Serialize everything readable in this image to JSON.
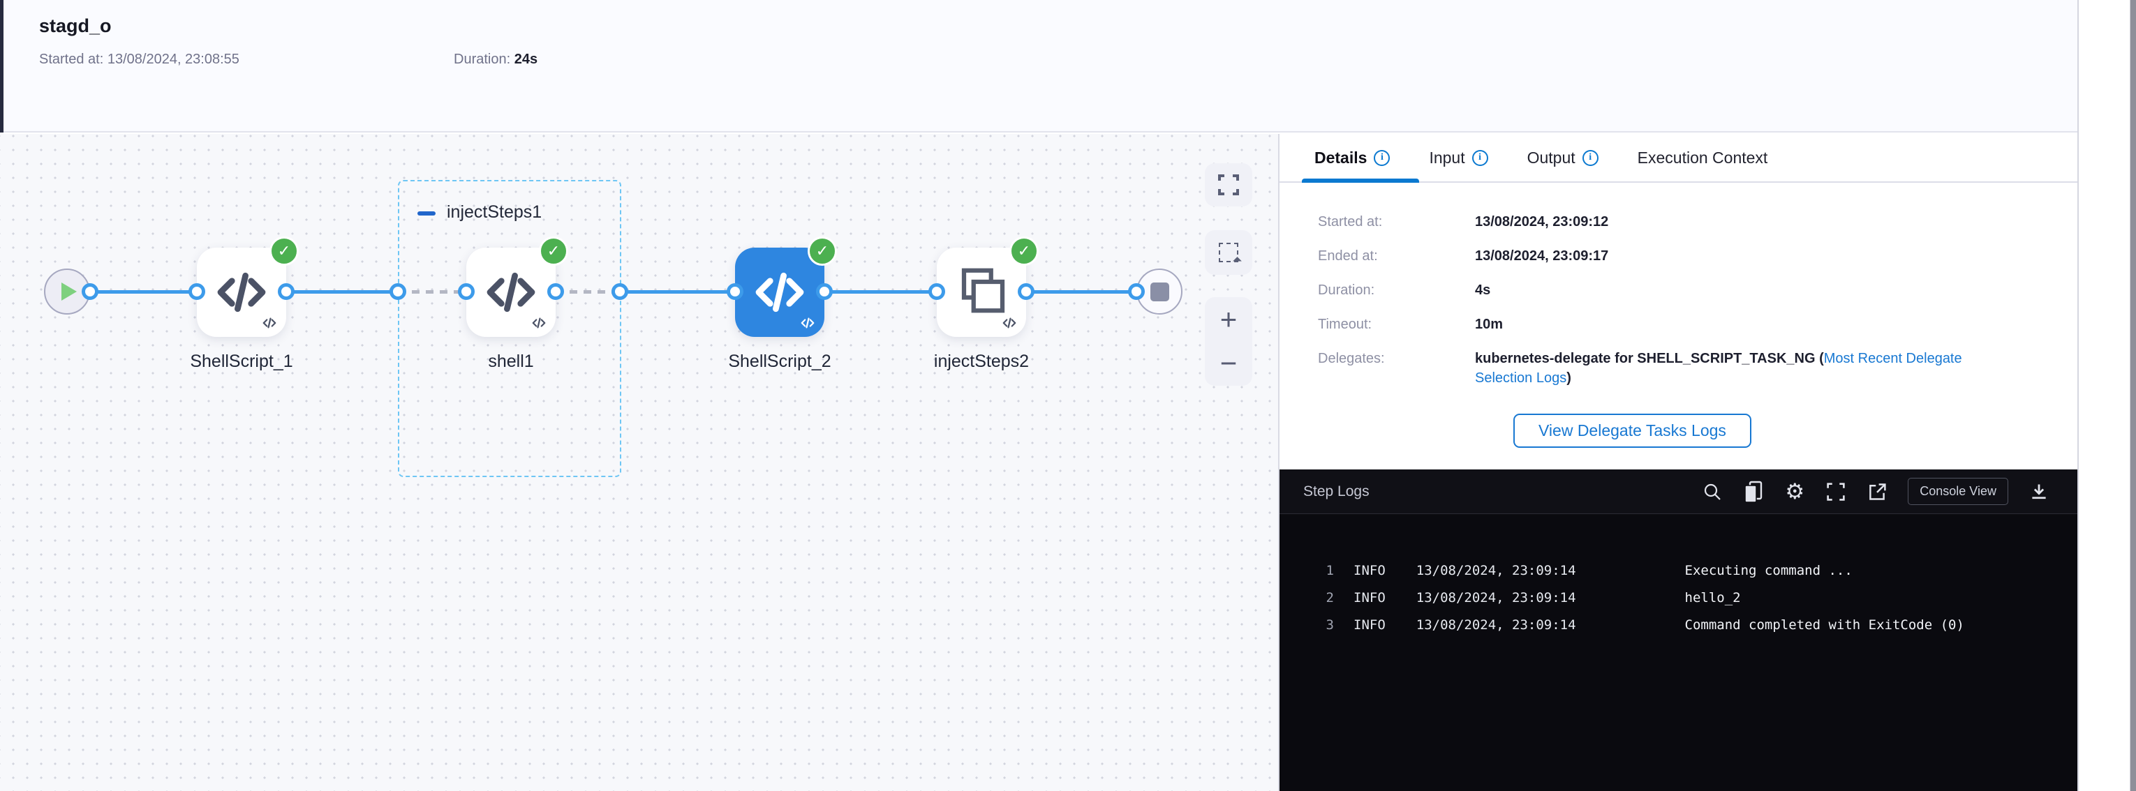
{
  "colors": {
    "accent": "#0b79d0",
    "success": "#4cb050",
    "selected_node": "#2e86e0",
    "link": "#1878d2",
    "connector": "#3d9bea"
  },
  "icons": {
    "check": "✓",
    "gear": "⚙",
    "zoom_in": "+",
    "zoom_out": "−",
    "info": "i",
    "names": [
      "search-icon",
      "copy-icon",
      "gear-icon",
      "expand-icon",
      "external-link-icon",
      "download-icon",
      "fullscreen-icon",
      "selection-icon",
      "play-icon",
      "stop-icon",
      "code-icon",
      "step-group-icon",
      "check-icon",
      "info-icon",
      "collapse-minus-icon"
    ]
  },
  "header": {
    "title": "stagd_o",
    "started_label": "Started at:",
    "started_value": "13/08/2024, 23:08:55",
    "duration_label": "Duration:",
    "duration_value": "24s"
  },
  "graph": {
    "group": {
      "label": "injectSteps1"
    },
    "nodes": [
      {
        "label": "ShellScript_1",
        "status": "success",
        "selected": false
      },
      {
        "label": "shell1",
        "status": "success",
        "selected": false
      },
      {
        "label": "ShellScript_2",
        "status": "success",
        "selected": true
      },
      {
        "label": "injectSteps2",
        "status": "success",
        "selected": false
      }
    ]
  },
  "panel": {
    "tabs": [
      {
        "label": "Details",
        "has_info": true,
        "active": true
      },
      {
        "label": "Input",
        "has_info": true,
        "active": false
      },
      {
        "label": "Output",
        "has_info": true,
        "active": false
      },
      {
        "label": "Execution Context",
        "has_info": false,
        "active": false
      }
    ],
    "fields": [
      {
        "label": "Started at:",
        "value": "13/08/2024, 23:09:12"
      },
      {
        "label": "Ended at:",
        "value": "13/08/2024, 23:09:17"
      },
      {
        "label": "Duration:",
        "value": "4s"
      },
      {
        "label": "Timeout:",
        "value": "10m"
      }
    ],
    "delegates": {
      "label": "Delegates:",
      "text": "kubernetes-delegate for SHELL_SCRIPT_TASK_NG (",
      "link": "Most Recent Delegate Selection Logs",
      "suffix": ")"
    },
    "button_label": "View Delegate Tasks Logs"
  },
  "logs": {
    "title": "Step Logs",
    "console_button": "Console View",
    "lines": [
      {
        "num": "1",
        "level": "INFO",
        "time": "13/08/2024, 23:09:14",
        "message": "Executing command ..."
      },
      {
        "num": "2",
        "level": "INFO",
        "time": "13/08/2024, 23:09:14",
        "message": "hello_2"
      },
      {
        "num": "3",
        "level": "INFO",
        "time": "13/08/2024, 23:09:14",
        "message": "Command completed with ExitCode (0)"
      }
    ]
  }
}
